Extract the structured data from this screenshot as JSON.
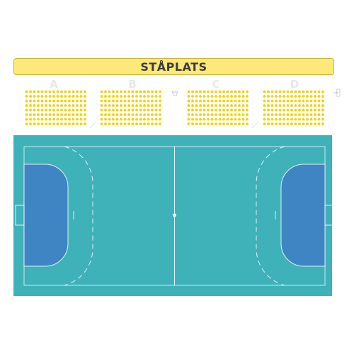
{
  "venue": {
    "standing_area_label": "STÅPLATS",
    "sections": [
      {
        "id": "A",
        "label": "A",
        "rows": 8,
        "seats_per_row": 16
      },
      {
        "id": "B",
        "label": "B",
        "rows": 8,
        "seats_per_row": 16
      },
      {
        "id": "C",
        "label": "C",
        "rows": 8,
        "seats_per_row": 16
      },
      {
        "id": "D",
        "label": "D",
        "rows": 8,
        "seats_per_row": 16
      }
    ],
    "icons": [
      "kiosk-icon",
      "exit-icon"
    ]
  },
  "colors": {
    "banner_fill": "#fde97a",
    "seat": "#f5d000",
    "court": "#3fb1b9",
    "goal_area": "#3f85c4",
    "lines": "#ffffff",
    "section_label": "#e8e8e8"
  }
}
